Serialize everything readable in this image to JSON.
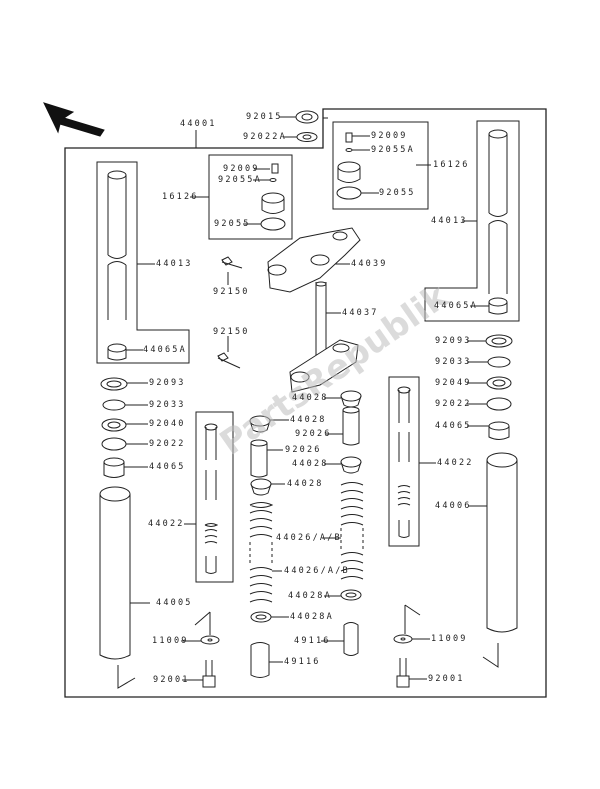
{
  "diagram": {
    "title": "Front Fork",
    "watermark": "PartsRepublik",
    "direction_icon": "arrow-up-left-icon",
    "labels": {
      "p44001": "44001",
      "p92015": "92015",
      "p92022A": "92022A",
      "l_92009": "92009",
      "l_92055A": "92055A",
      "l_16126": "16126",
      "l_92055": "92055",
      "r_92009": "92009",
      "r_92055A": "92055A",
      "r_16126": "16126",
      "r_92055": "92055",
      "l_44013": "44013",
      "l_44065A": "44065A",
      "r_44013": "44013",
      "r_44065A": "44065A",
      "p44039": "44039",
      "p44037": "44037",
      "p92150a": "92150",
      "p92150b": "92150",
      "l_92093": "92093",
      "l_92033": "92033",
      "l_92040": "92040",
      "l_92022": "92022",
      "l_44065": "44065",
      "r_92093": "92093",
      "r_92033": "92033",
      "r_92049": "92049",
      "r_92022": "92022",
      "r_44065": "44065",
      "c_44028a": "44028",
      "c_44028b": "44028",
      "c_92026a": "92026",
      "c_44028c": "44028",
      "c_92026b": "92026",
      "c_44028d": "44028",
      "l_44022": "44022",
      "r_44022": "44022",
      "p44006": "44006",
      "p44005": "44005",
      "s_44026a": "44026/A/B",
      "s_44026b": "44026/A/B",
      "p44028A": "44028A",
      "p44028A2": "44028A",
      "p49116a": "49116",
      "p49116b": "49116",
      "l_11009": "11009",
      "r_11009": "11009",
      "l_92001": "92001",
      "r_92001": "92001"
    }
  }
}
